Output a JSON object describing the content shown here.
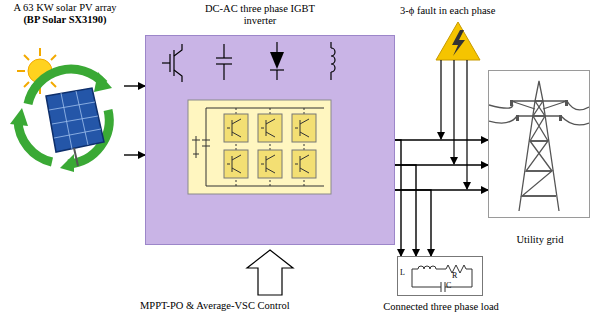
{
  "diagram": {
    "nodes": [
      {
        "text": [
          "A 63 KW solar PV array",
          "(BP Solar SX3190)"
        ]
      },
      {
        "text": [
          "DC-AC three phase IGBT inverter"
        ]
      },
      {
        "text": [
          "Utility grid"
        ]
      },
      {
        "text": [
          "Connected three phase load"
        ]
      }
    ],
    "edges": [
      {
        "from": 0,
        "to": 1,
        "arrow": "to"
      },
      {
        "from": 0,
        "to": 1,
        "arrow": "to"
      },
      {
        "from": 1,
        "to": 2,
        "arrow": "to"
      },
      {
        "from": 1,
        "to": 2,
        "arrow": "to"
      },
      {
        "from": 1,
        "to": 2,
        "arrow": "to"
      },
      {
        "from": 1,
        "to": 3,
        "arrow": "to"
      },
      {
        "from": 1,
        "to": 3,
        "arrow": "to"
      },
      {
        "from": 1,
        "to": 3,
        "arrow": "to"
      }
    ],
    "labels": [
      "3-ϕ fault in each phase",
      "MPPT-PO & Average-VSC Control",
      "L",
      "R",
      "C"
    ]
  }
}
